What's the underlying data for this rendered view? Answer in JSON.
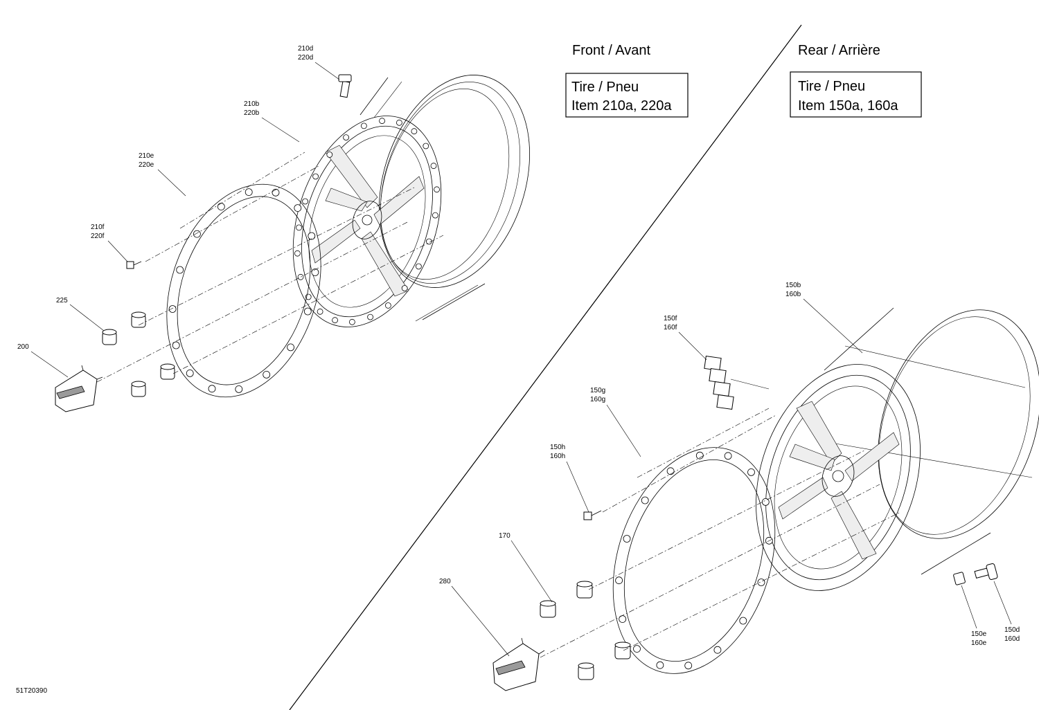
{
  "headings": {
    "front": "Front / Avant",
    "rear": "Rear / Arrière"
  },
  "boxes": {
    "front_line1": "Tire / Pneu",
    "front_line2": "Item 210a, 220a",
    "rear_line1": "Tire / Pneu",
    "rear_line2": "Item 150a, 160a"
  },
  "callouts": {
    "c210d_1": "210d",
    "c210d_2": "220d",
    "c210b_1": "210b",
    "c210b_2": "220b",
    "c210e_1": "210e",
    "c210e_2": "220e",
    "c210f_1": "210f",
    "c210f_2": "220f",
    "c225": "225",
    "c200": "200",
    "c150b_1": "150b",
    "c150b_2": "160b",
    "c150f_1": "150f",
    "c150f_2": "160f",
    "c150g_1": "150g",
    "c150g_2": "160g",
    "c150h_1": "150h",
    "c150h_2": "160h",
    "c170": "170",
    "c280": "280",
    "c150e_1": "150e",
    "c150e_2": "160e",
    "c150d_1": "150d",
    "c150d_2": "160d"
  },
  "drawing_number": "51T20390"
}
